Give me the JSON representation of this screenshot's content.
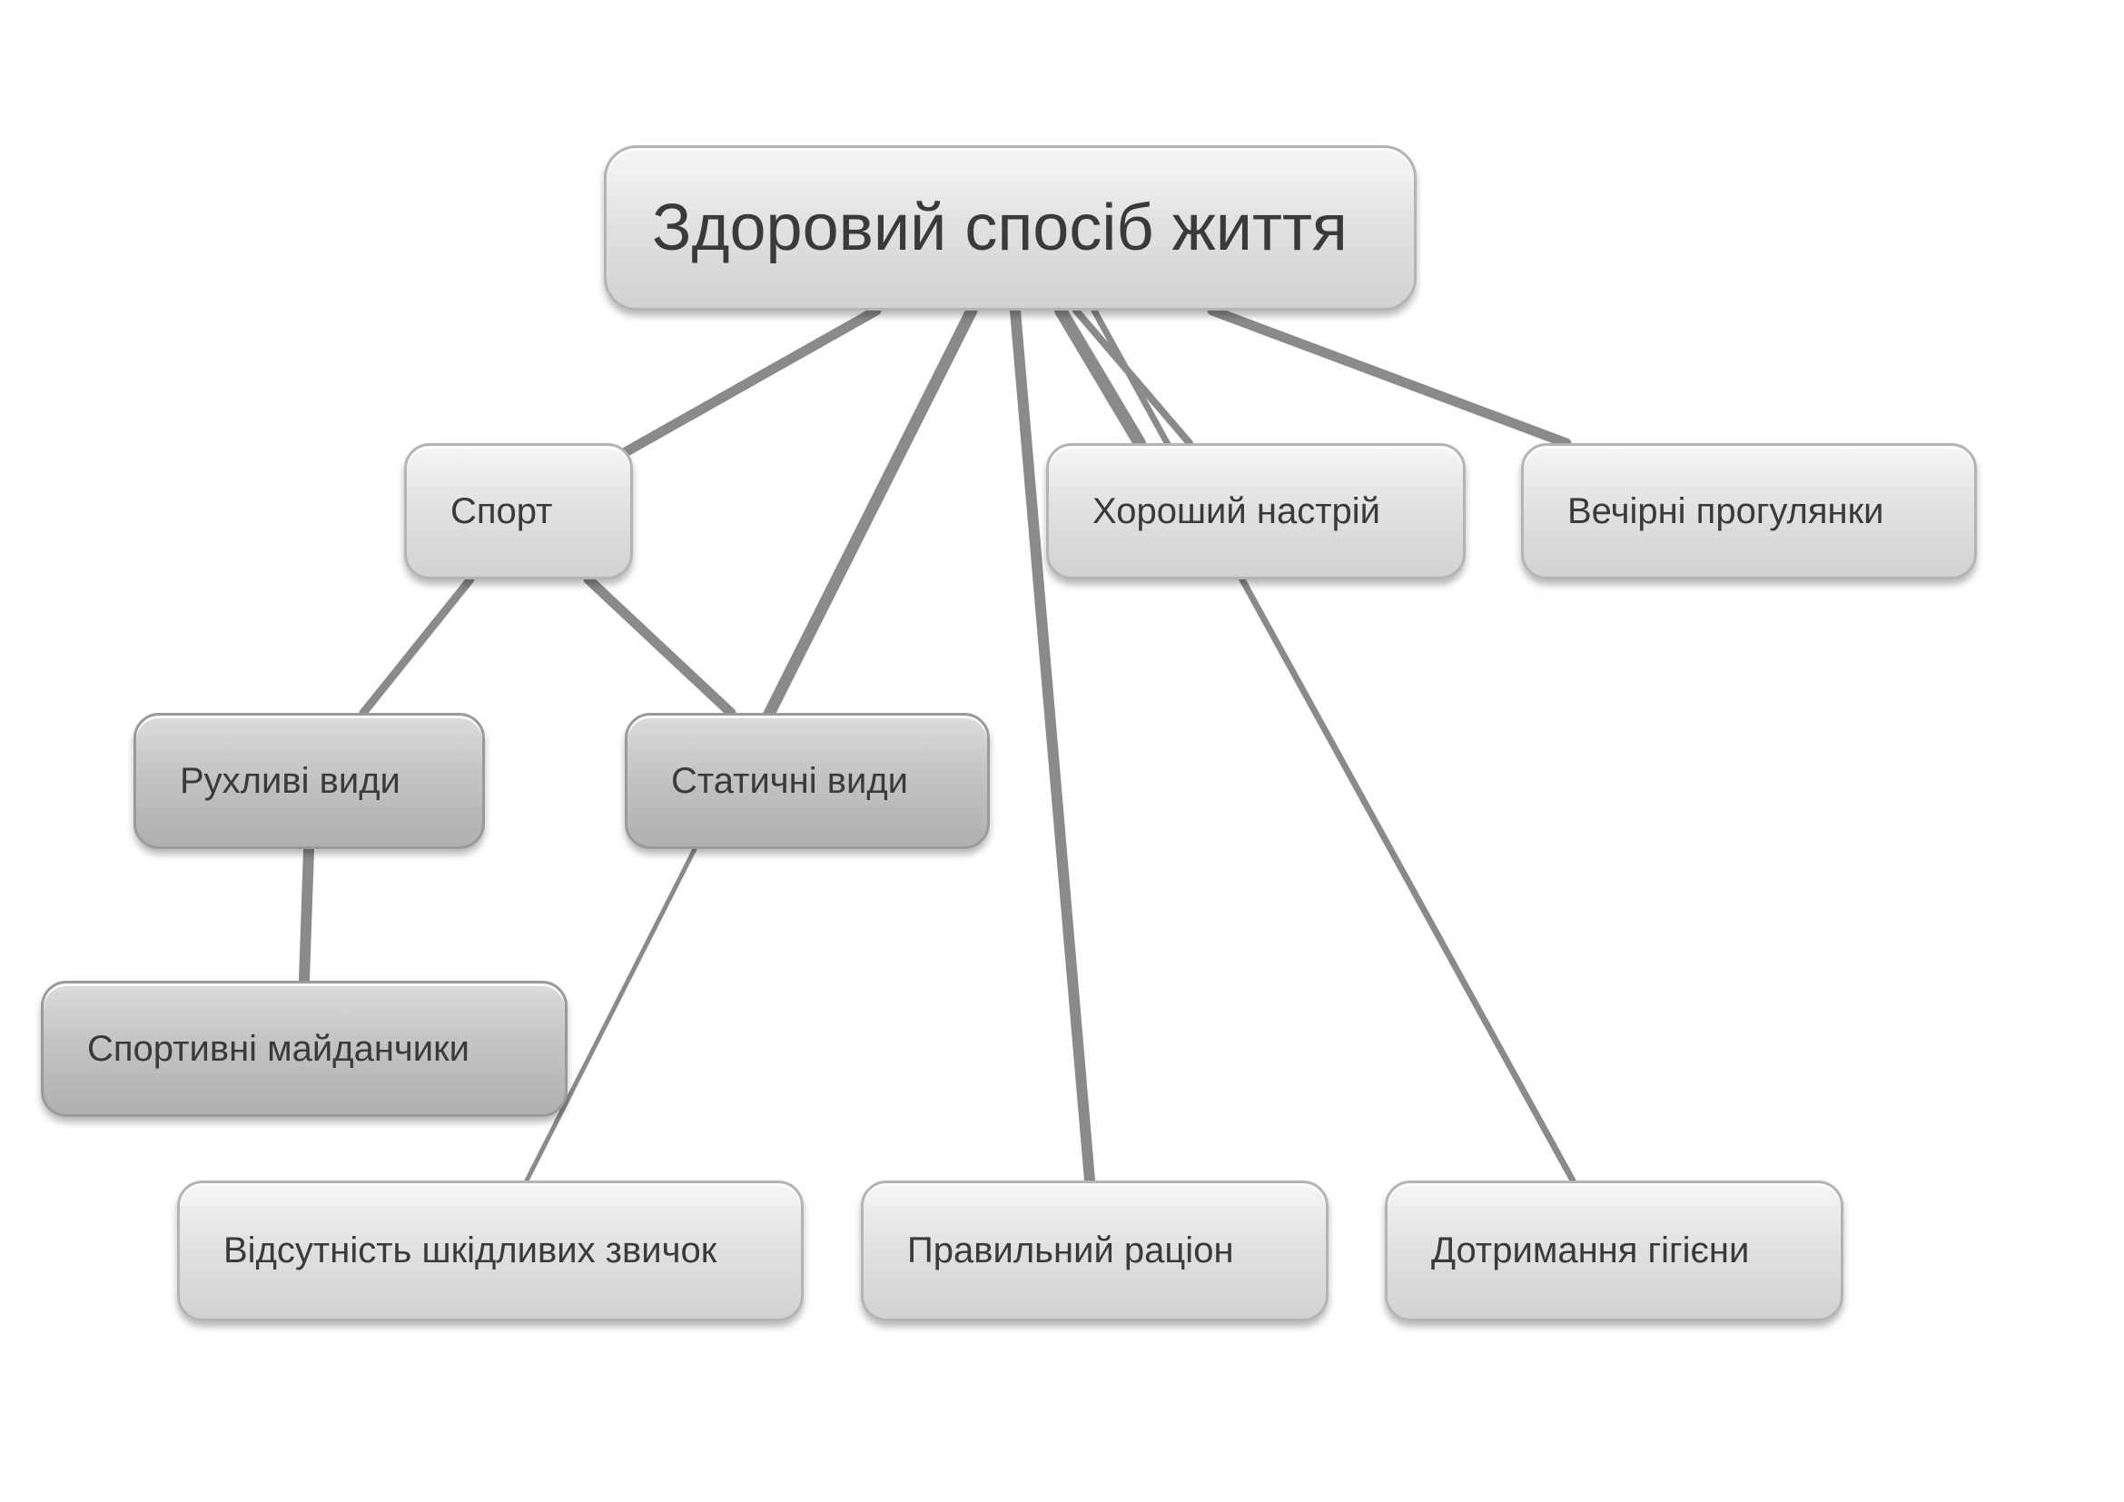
{
  "diagram": {
    "root": {
      "id": "root",
      "label": "Здоровий спосіб життя"
    },
    "nodes": [
      {
        "id": "sport",
        "label": "Спорт"
      },
      {
        "id": "mood",
        "label": "Хороший настрій"
      },
      {
        "id": "walks",
        "label": "Вечірні прогулянки"
      },
      {
        "id": "active",
        "label": "Рухливі види"
      },
      {
        "id": "static",
        "label": "Статичні види"
      },
      {
        "id": "fields",
        "label": "Спортивні майданчики"
      },
      {
        "id": "habits",
        "label": "Відсутність шкідливих звичок"
      },
      {
        "id": "diet",
        "label": "Правильний раціон"
      },
      {
        "id": "hygiene",
        "label": "Дотримання гігієни"
      }
    ],
    "edges": [
      {
        "from": "root",
        "to": "sport"
      },
      {
        "from": "root",
        "to": "static"
      },
      {
        "from": "root",
        "to": "diet"
      },
      {
        "from": "root",
        "to": "mood"
      },
      {
        "from": "root",
        "to": "hygiene"
      },
      {
        "from": "root",
        "to": "walks"
      },
      {
        "from": "sport",
        "to": "active"
      },
      {
        "from": "sport",
        "to": "static"
      },
      {
        "from": "active",
        "to": "fields"
      },
      {
        "from": "static",
        "to": "habits"
      }
    ],
    "colors": {
      "edge": "#8a8a8a",
      "node_text": "#3a3a3a",
      "node_light": "#e2e2e2",
      "node_dark": "#c4c4c4"
    }
  }
}
